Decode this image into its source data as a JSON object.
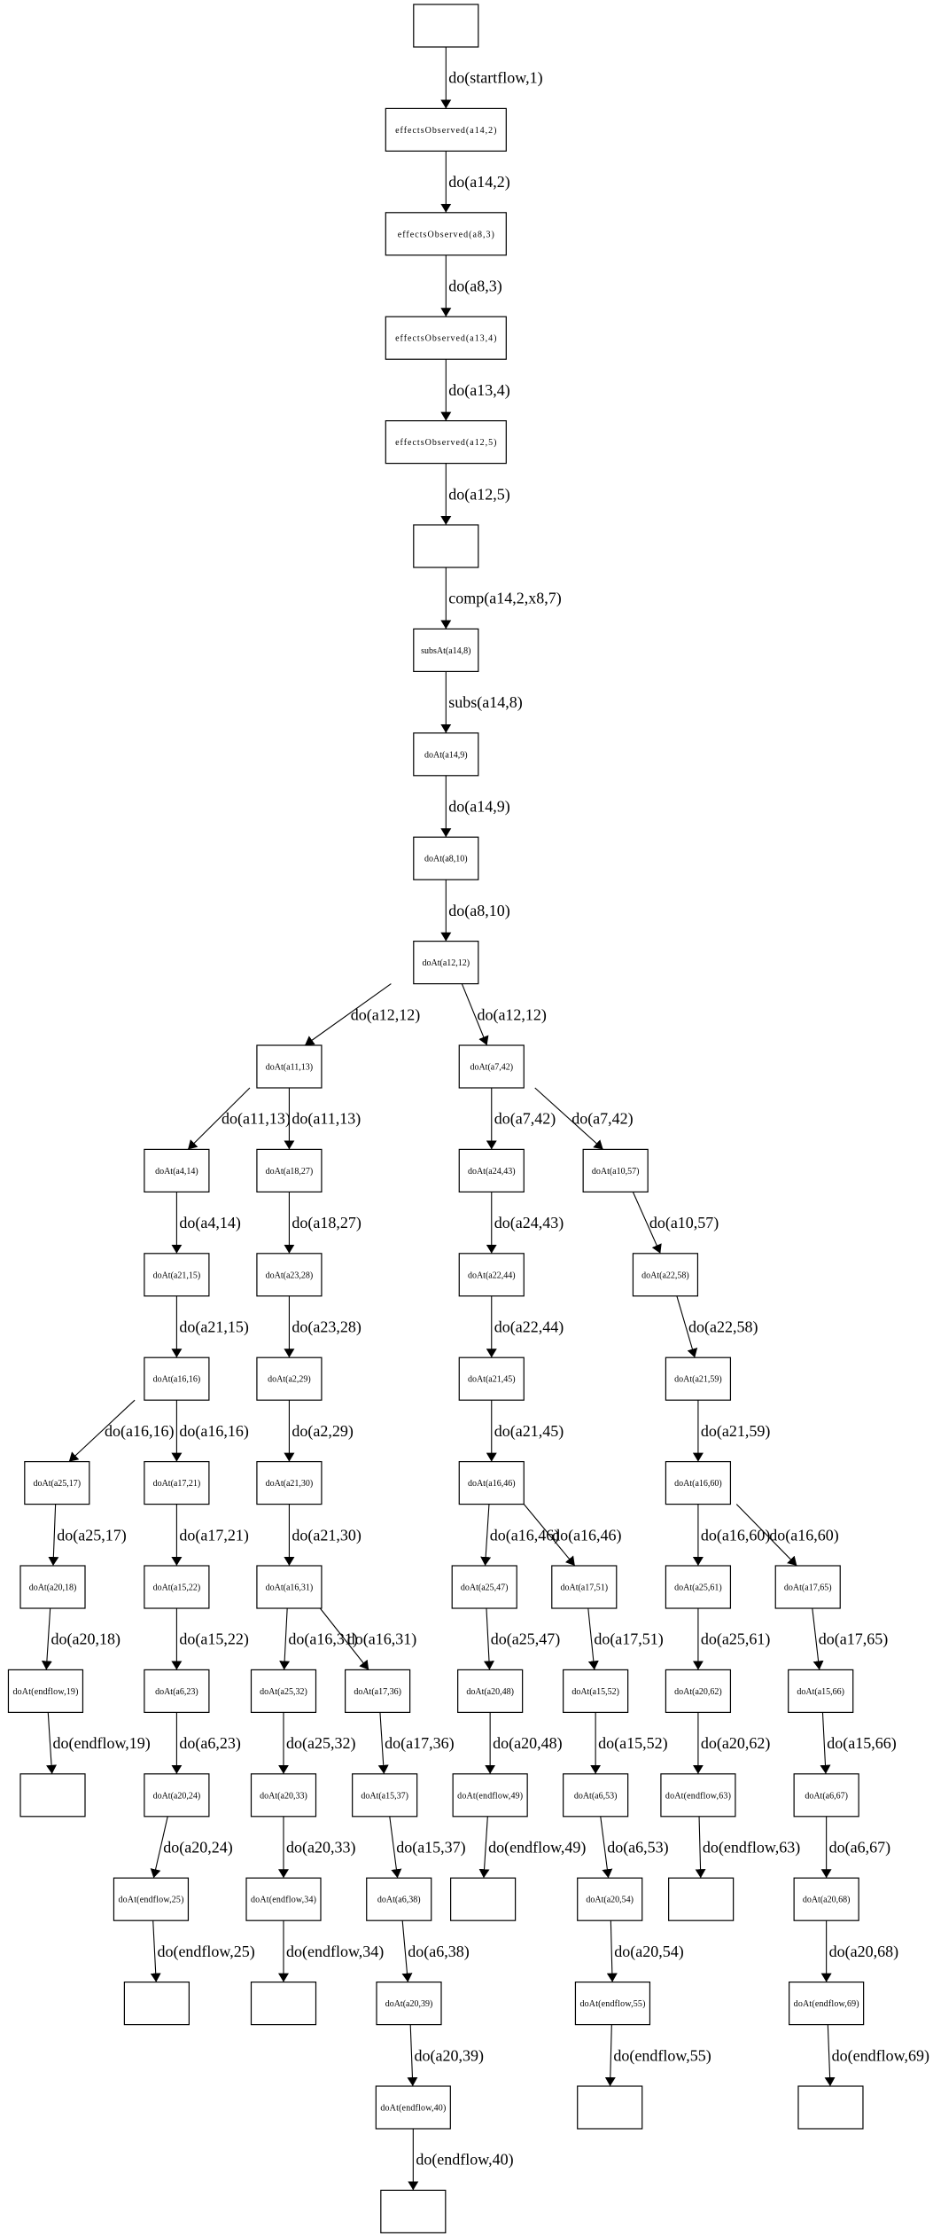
{
  "diagram": {
    "type": "state-tree",
    "nodes": [
      {
        "label": "",
        "parent": null,
        "edge": ""
      },
      {
        "label": "effectsObserved(a14,2)",
        "parent": 0,
        "edge": "do(startflow,1)"
      },
      {
        "label": "effectsObserved(a8,3)",
        "parent": 1,
        "edge": "do(a14,2)"
      },
      {
        "label": "effectsObserved(a13,4)",
        "parent": 2,
        "edge": "do(a8,3)"
      },
      {
        "label": "effectsObserved(a12,5)",
        "parent": 3,
        "edge": "do(a13,4)"
      },
      {
        "label": "",
        "parent": 4,
        "edge": "do(a12,5)"
      },
      {
        "label": "subsAt(a14,8)",
        "parent": 5,
        "edge": "comp(a14,2,x8,7)"
      },
      {
        "label": "doAt(a14,9)",
        "parent": 6,
        "edge": "subs(a14,8)"
      },
      {
        "label": "doAt(a8,10)",
        "parent": 7,
        "edge": "do(a14,9)"
      },
      {
        "label": "doAt(a12,12)",
        "parent": 8,
        "edge": "do(a8,10)"
      },
      {
        "label": "doAt(a11,13)",
        "parent": 9,
        "edge": "do(a12,12)"
      },
      {
        "label": "doAt(a7,42)",
        "parent": 9,
        "edge": "do(a12,12)"
      },
      {
        "label": "doAt(a4,14)",
        "parent": 10,
        "edge": "do(a11,13)"
      },
      {
        "label": "doAt(a18,27)",
        "parent": 10,
        "edge": "do(a11,13)"
      },
      {
        "label": "doAt(a24,43)",
        "parent": 11,
        "edge": "do(a7,42)"
      },
      {
        "label": "doAt(a10,57)",
        "parent": 11,
        "edge": "do(a7,42)"
      },
      {
        "label": "doAt(a21,15)",
        "parent": 12,
        "edge": "do(a4,14)"
      },
      {
        "label": "doAt(a23,28)",
        "parent": 13,
        "edge": "do(a18,27)"
      },
      {
        "label": "doAt(a22,44)",
        "parent": 14,
        "edge": "do(a24,43)"
      },
      {
        "label": "doAt(a22,58)",
        "parent": 15,
        "edge": "do(a10,57)"
      },
      {
        "label": "doAt(a16,16)",
        "parent": 16,
        "edge": "do(a21,15)"
      },
      {
        "label": "doAt(a2,29)",
        "parent": 17,
        "edge": "do(a23,28)"
      },
      {
        "label": "doAt(a21,45)",
        "parent": 18,
        "edge": "do(a22,44)"
      },
      {
        "label": "doAt(a21,59)",
        "parent": 19,
        "edge": "do(a22,58)"
      },
      {
        "label": "doAt(a25,17)",
        "parent": 20,
        "edge": "do(a16,16)"
      },
      {
        "label": "doAt(a17,21)",
        "parent": 20,
        "edge": "do(a16,16)"
      },
      {
        "label": "doAt(a21,30)",
        "parent": 21,
        "edge": "do(a2,29)"
      },
      {
        "label": "doAt(a16,46)",
        "parent": 22,
        "edge": "do(a21,45)"
      },
      {
        "label": "doAt(a16,60)",
        "parent": 23,
        "edge": "do(a21,59)"
      },
      {
        "label": "doAt(a20,18)",
        "parent": 24,
        "edge": "do(a25,17)"
      },
      {
        "label": "doAt(a15,22)",
        "parent": 25,
        "edge": "do(a17,21)"
      },
      {
        "label": "doAt(a16,31)",
        "parent": 26,
        "edge": "do(a21,30)"
      },
      {
        "label": "doAt(a25,47)",
        "parent": 27,
        "edge": "do(a16,46)"
      },
      {
        "label": "doAt(a17,51)",
        "parent": 27,
        "edge": "do(a16,46)"
      },
      {
        "label": "doAt(a25,61)",
        "parent": 28,
        "edge": "do(a16,60)"
      },
      {
        "label": "doAt(a17,65)",
        "parent": 28,
        "edge": "do(a16,60)"
      },
      {
        "label": "doAt(endflow,19)",
        "parent": 29,
        "edge": "do(a20,18)"
      },
      {
        "label": "doAt(a6,23)",
        "parent": 30,
        "edge": "do(a15,22)"
      },
      {
        "label": "doAt(a25,32)",
        "parent": 31,
        "edge": "do(a16,31)"
      },
      {
        "label": "doAt(a17,36)",
        "parent": 31,
        "edge": "do(a16,31)"
      },
      {
        "label": "doAt(a20,48)",
        "parent": 32,
        "edge": "do(a25,47)"
      },
      {
        "label": "doAt(a15,52)",
        "parent": 33,
        "edge": "do(a17,51)"
      },
      {
        "label": "doAt(a20,62)",
        "parent": 34,
        "edge": "do(a25,61)"
      },
      {
        "label": "doAt(a15,66)",
        "parent": 35,
        "edge": "do(a17,65)"
      },
      {
        "label": "",
        "parent": 36,
        "edge": "do(endflow,19)"
      },
      {
        "label": "doAt(a20,24)",
        "parent": 37,
        "edge": "do(a6,23)"
      },
      {
        "label": "doAt(a20,33)",
        "parent": 38,
        "edge": "do(a25,32)"
      },
      {
        "label": "doAt(a15,37)",
        "parent": 39,
        "edge": "do(a17,36)"
      },
      {
        "label": "doAt(endflow,49)",
        "parent": 40,
        "edge": "do(a20,48)"
      },
      {
        "label": "doAt(a6,53)",
        "parent": 41,
        "edge": "do(a15,52)"
      },
      {
        "label": "doAt(endflow,63)",
        "parent": 42,
        "edge": "do(a20,62)"
      },
      {
        "label": "doAt(a6,67)",
        "parent": 43,
        "edge": "do(a15,66)"
      },
      {
        "label": "doAt(endflow,25)",
        "parent": 45,
        "edge": "do(a20,24)"
      },
      {
        "label": "doAt(endflow,34)",
        "parent": 46,
        "edge": "do(a20,33)"
      },
      {
        "label": "doAt(a6,38)",
        "parent": 47,
        "edge": "do(a15,37)"
      },
      {
        "label": "",
        "parent": 48,
        "edge": "do(endflow,49)"
      },
      {
        "label": "doAt(a20,54)",
        "parent": 49,
        "edge": "do(a6,53)"
      },
      {
        "label": "",
        "parent": 50,
        "edge": "do(endflow,63)"
      },
      {
        "label": "doAt(a20,68)",
        "parent": 51,
        "edge": "do(a6,67)"
      },
      {
        "label": "",
        "parent": 52,
        "edge": "do(endflow,25)"
      },
      {
        "label": "",
        "parent": 53,
        "edge": "do(endflow,34)"
      },
      {
        "label": "doAt(a20,39)",
        "parent": 54,
        "edge": "do(a6,38)"
      },
      {
        "label": "doAt(endflow,55)",
        "parent": 56,
        "edge": "do(a20,54)"
      },
      {
        "label": "doAt(endflow,69)",
        "parent": 58,
        "edge": "do(a20,68)"
      },
      {
        "label": "doAt(endflow,40)",
        "parent": 61,
        "edge": "do(a20,39)"
      },
      {
        "label": "",
        "parent": 62,
        "edge": "do(endflow,55)"
      },
      {
        "label": "",
        "parent": 63,
        "edge": "do(endflow,69)"
      },
      {
        "label": "",
        "parent": 64,
        "edge": "do(endflow,40)"
      }
    ]
  }
}
